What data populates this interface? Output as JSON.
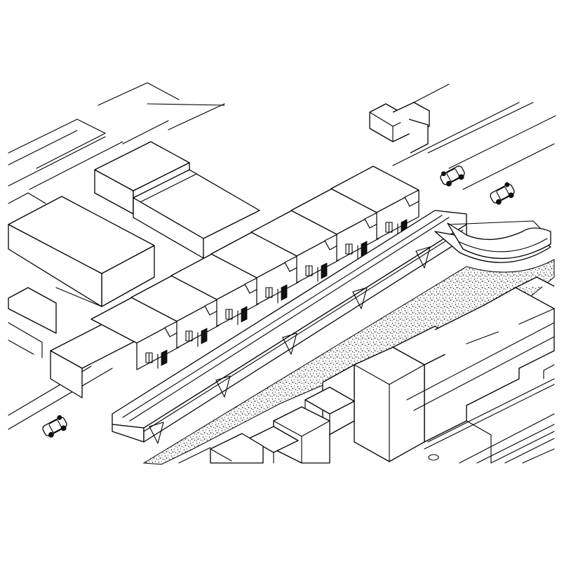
{
  "colors": {
    "line": "#000000",
    "background": "#ffffff",
    "gravel": "#333333"
  },
  "units": [
    "unit-1",
    "unit-2",
    "unit-3",
    "unit-4",
    "unit-5",
    "unit-6",
    "unit-7",
    "unit-8"
  ],
  "cars": [
    "car-top-left",
    "car-top-right",
    "car-bottom-left"
  ],
  "surroundings": [
    "road-upper",
    "road-lower",
    "gravel-embankment",
    "neighbouring-buildings-north",
    "neighbouring-buildings-south"
  ]
}
